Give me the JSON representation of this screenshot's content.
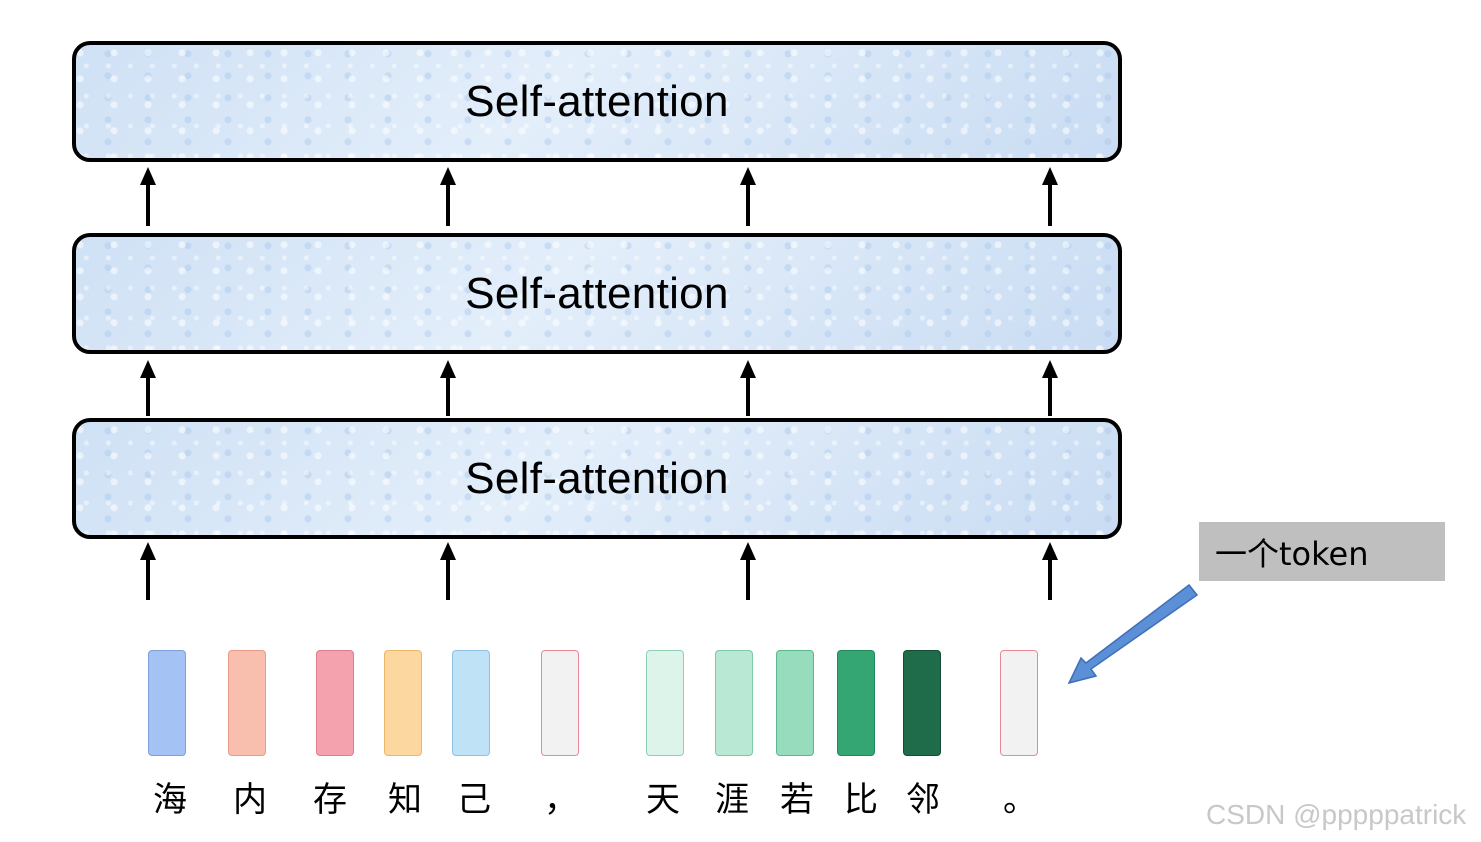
{
  "layers": [
    {
      "label": "Self-attention"
    },
    {
      "label": "Self-attention"
    },
    {
      "label": "Self-attention"
    }
  ],
  "tokens": [
    {
      "char": "海",
      "fill": "#a4c2f4",
      "stroke": "#7f9fdc"
    },
    {
      "char": "内",
      "fill": "#f8bfae",
      "stroke": "#e89a86"
    },
    {
      "char": "存",
      "fill": "#f4a2ad",
      "stroke": "#dc7f8c"
    },
    {
      "char": "知",
      "fill": "#fdd7a0",
      "stroke": "#ecb86b"
    },
    {
      "char": "己",
      "fill": "#bfe2f6",
      "stroke": "#8ec2e4"
    },
    {
      "char": "，",
      "fill": "#f2f2f2",
      "stroke": "#e88a96"
    },
    {
      "char": "天",
      "fill": "#ddf4ea",
      "stroke": "#8fcfb4"
    },
    {
      "char": "涯",
      "fill": "#b9e8d4",
      "stroke": "#7ccaa6"
    },
    {
      "char": "若",
      "fill": "#98dcbe",
      "stroke": "#5bb98e"
    },
    {
      "char": "比",
      "fill": "#34a674",
      "stroke": "#1f8a58"
    },
    {
      "char": "邻",
      "fill": "#1f6c4a",
      "stroke": "#144e34"
    },
    {
      "char": "。",
      "fill": "#f2f2f2",
      "stroke": "#e88a96"
    }
  ],
  "callout": {
    "text": "一个token",
    "fill": "#bfbfbf"
  },
  "pointer_arrow_color": "#5b8fd6",
  "watermark": "CSDN @pppppatrick"
}
